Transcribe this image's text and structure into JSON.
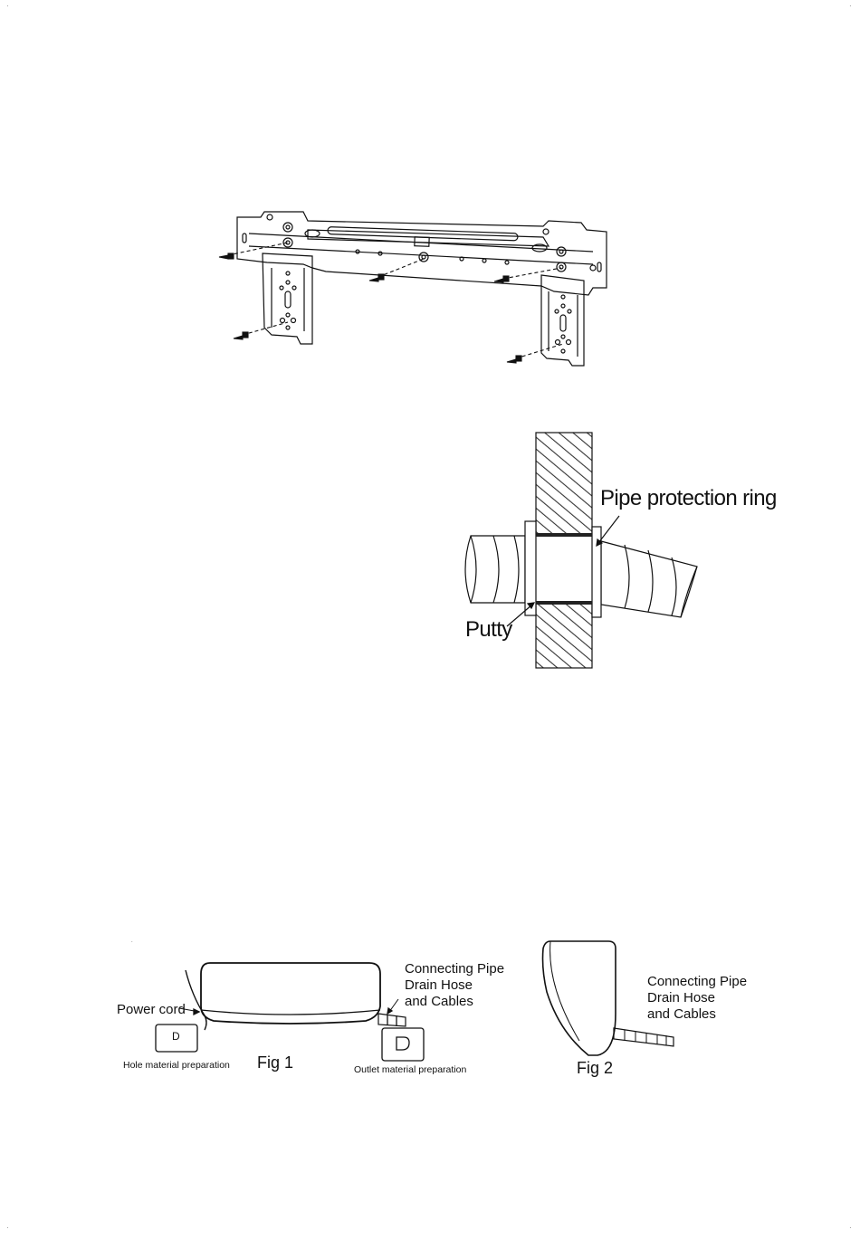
{
  "figures": {
    "pipe_ring": {
      "ring_label": "Pipe protection ring",
      "putty_label": "Putty"
    },
    "fig1": {
      "power_cord_label": "Power cord",
      "pipe_label": "Connecting Pipe\nDrain Hose\nand Cables",
      "hole_prep_label": "Hole material preparation",
      "outlet_prep_label": "Outlet material preparation",
      "hole_mark": "D",
      "caption": "Fig 1"
    },
    "fig2": {
      "pipe_label": "Connecting Pipe\nDrain Hose\nand Cables",
      "caption": "Fig 2"
    }
  },
  "colors": {
    "ink": "#111111",
    "hatch": "#333333"
  }
}
